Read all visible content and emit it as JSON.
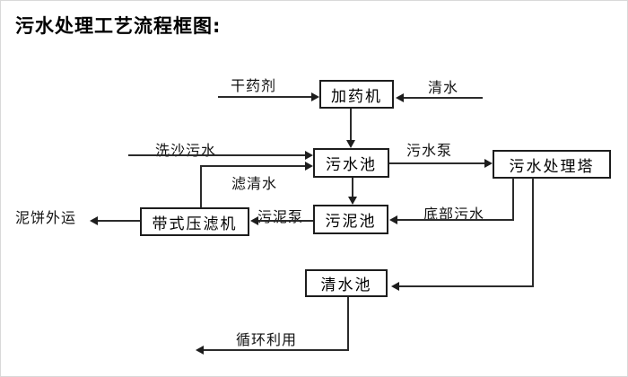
{
  "title": "污水处理工艺流程框图:",
  "boxes": {
    "dosing_machine": "加药机",
    "sewage_pool": "污水池",
    "sewage_treatment_tower": "污水处理塔",
    "sludge_pool": "污泥池",
    "belt_filter_press": "带式压滤机",
    "clean_water_pool": "清水池"
  },
  "flow_labels": {
    "dry_chemical": "干药剂",
    "clean_water": "清水",
    "sand_washing_sewage": "洗沙污水",
    "sewage_pump": "污水泵",
    "filtered_clean_water": "滤清水",
    "bottom_sewage": "底部污水",
    "sludge_pump": "污泥泵",
    "mud_cake_outbound": "泥饼外运",
    "recycling_use": "循环利用"
  },
  "edges": [
    {
      "from": "dry-chemical-source",
      "to": "dosing_machine",
      "label": "干药剂"
    },
    {
      "from": "clean-water-source",
      "to": "dosing_machine",
      "label": "清水"
    },
    {
      "from": "dosing_machine",
      "to": "sewage_pool",
      "label": ""
    },
    {
      "from": "sand-washing-source",
      "to": "sewage_pool",
      "label": "洗沙污水"
    },
    {
      "from": "belt_filter_press",
      "to": "sewage_pool",
      "label": "滤清水"
    },
    {
      "from": "sewage_pool",
      "to": "sewage_treatment_tower",
      "label": "污水泵"
    },
    {
      "from": "sewage_pool",
      "to": "sludge_pool",
      "label": ""
    },
    {
      "from": "sewage_treatment_tower",
      "to": "sludge_pool",
      "label": "底部污水"
    },
    {
      "from": "sludge_pool",
      "to": "belt_filter_press",
      "label": "污泥泵"
    },
    {
      "from": "belt_filter_press",
      "to": "offsite",
      "label": "泥饼外运"
    },
    {
      "from": "sewage_treatment_tower",
      "to": "clean_water_pool",
      "label": ""
    },
    {
      "from": "clean_water_pool",
      "to": "reuse",
      "label": "循环利用"
    }
  ],
  "colors": {
    "ink": "#1d1d1d",
    "background": "#ffffff"
  }
}
